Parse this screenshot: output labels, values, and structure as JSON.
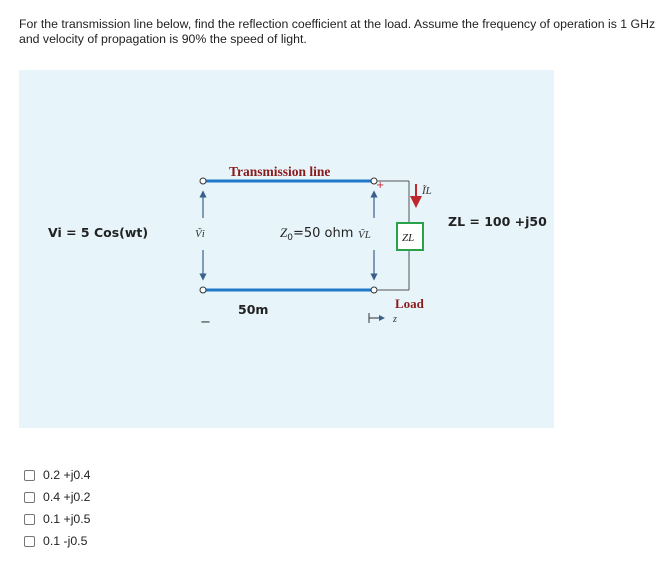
{
  "question": {
    "text": "For the transmission line below, find the reflection coefficient at the load. Assume the frequency of operation is 1 GHz and velocity of propagation is 90% the speed of light."
  },
  "figure": {
    "source_label": "Vi = 5 Cos(wt)",
    "title": "Transmission line",
    "vi_label": "Ṽi",
    "z0_label": "Z0 =50 ohm",
    "z0_symbol": "Z",
    "z0_sub": "0",
    "z0_text": "=50 ohm",
    "vl_label": "ṼL",
    "il_label": "ĨL",
    "zl_box_label": "ZL",
    "zl_value": "ZL = 100 +j50",
    "load_label": "Load",
    "length_label": "50m",
    "z_axis_label": "z",
    "plus_sign": "+",
    "minus_sign": "−",
    "colors": {
      "line": "#1f78c8",
      "title": "#8b1a1a",
      "arrow": "#c0272d",
      "box": "#2aa14b",
      "figure_bg": "#e7f5fb"
    }
  },
  "options": [
    {
      "label": "0.2 +j0.4"
    },
    {
      "label": "0.4 +j0.2"
    },
    {
      "label": "0.1 +j0.5"
    },
    {
      "label": "0.1 -j0.5"
    }
  ]
}
